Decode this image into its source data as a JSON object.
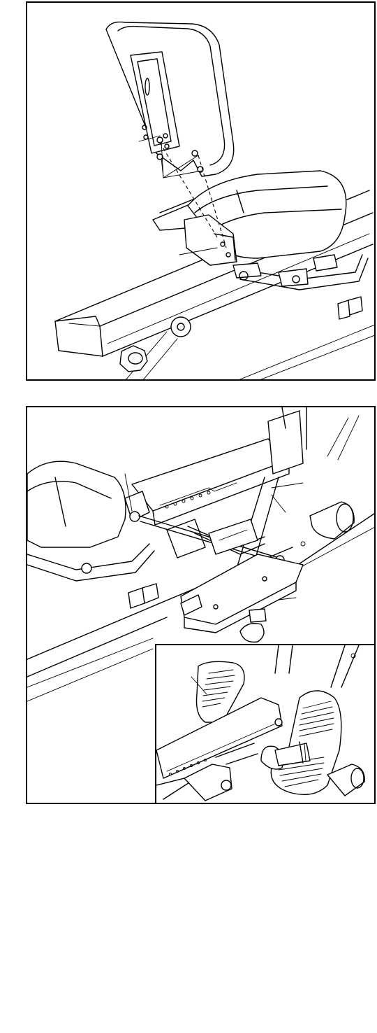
{
  "figure": {
    "panels": [
      {
        "id": "top",
        "subject": "seat-backrest-attachment"
      },
      {
        "id": "bottom",
        "subject": "seat-frame-and-pedal"
      },
      {
        "id": "inset",
        "subject": "pedal-strap-detail"
      }
    ],
    "line_color": "#000000",
    "background_color": "#ffffff"
  }
}
